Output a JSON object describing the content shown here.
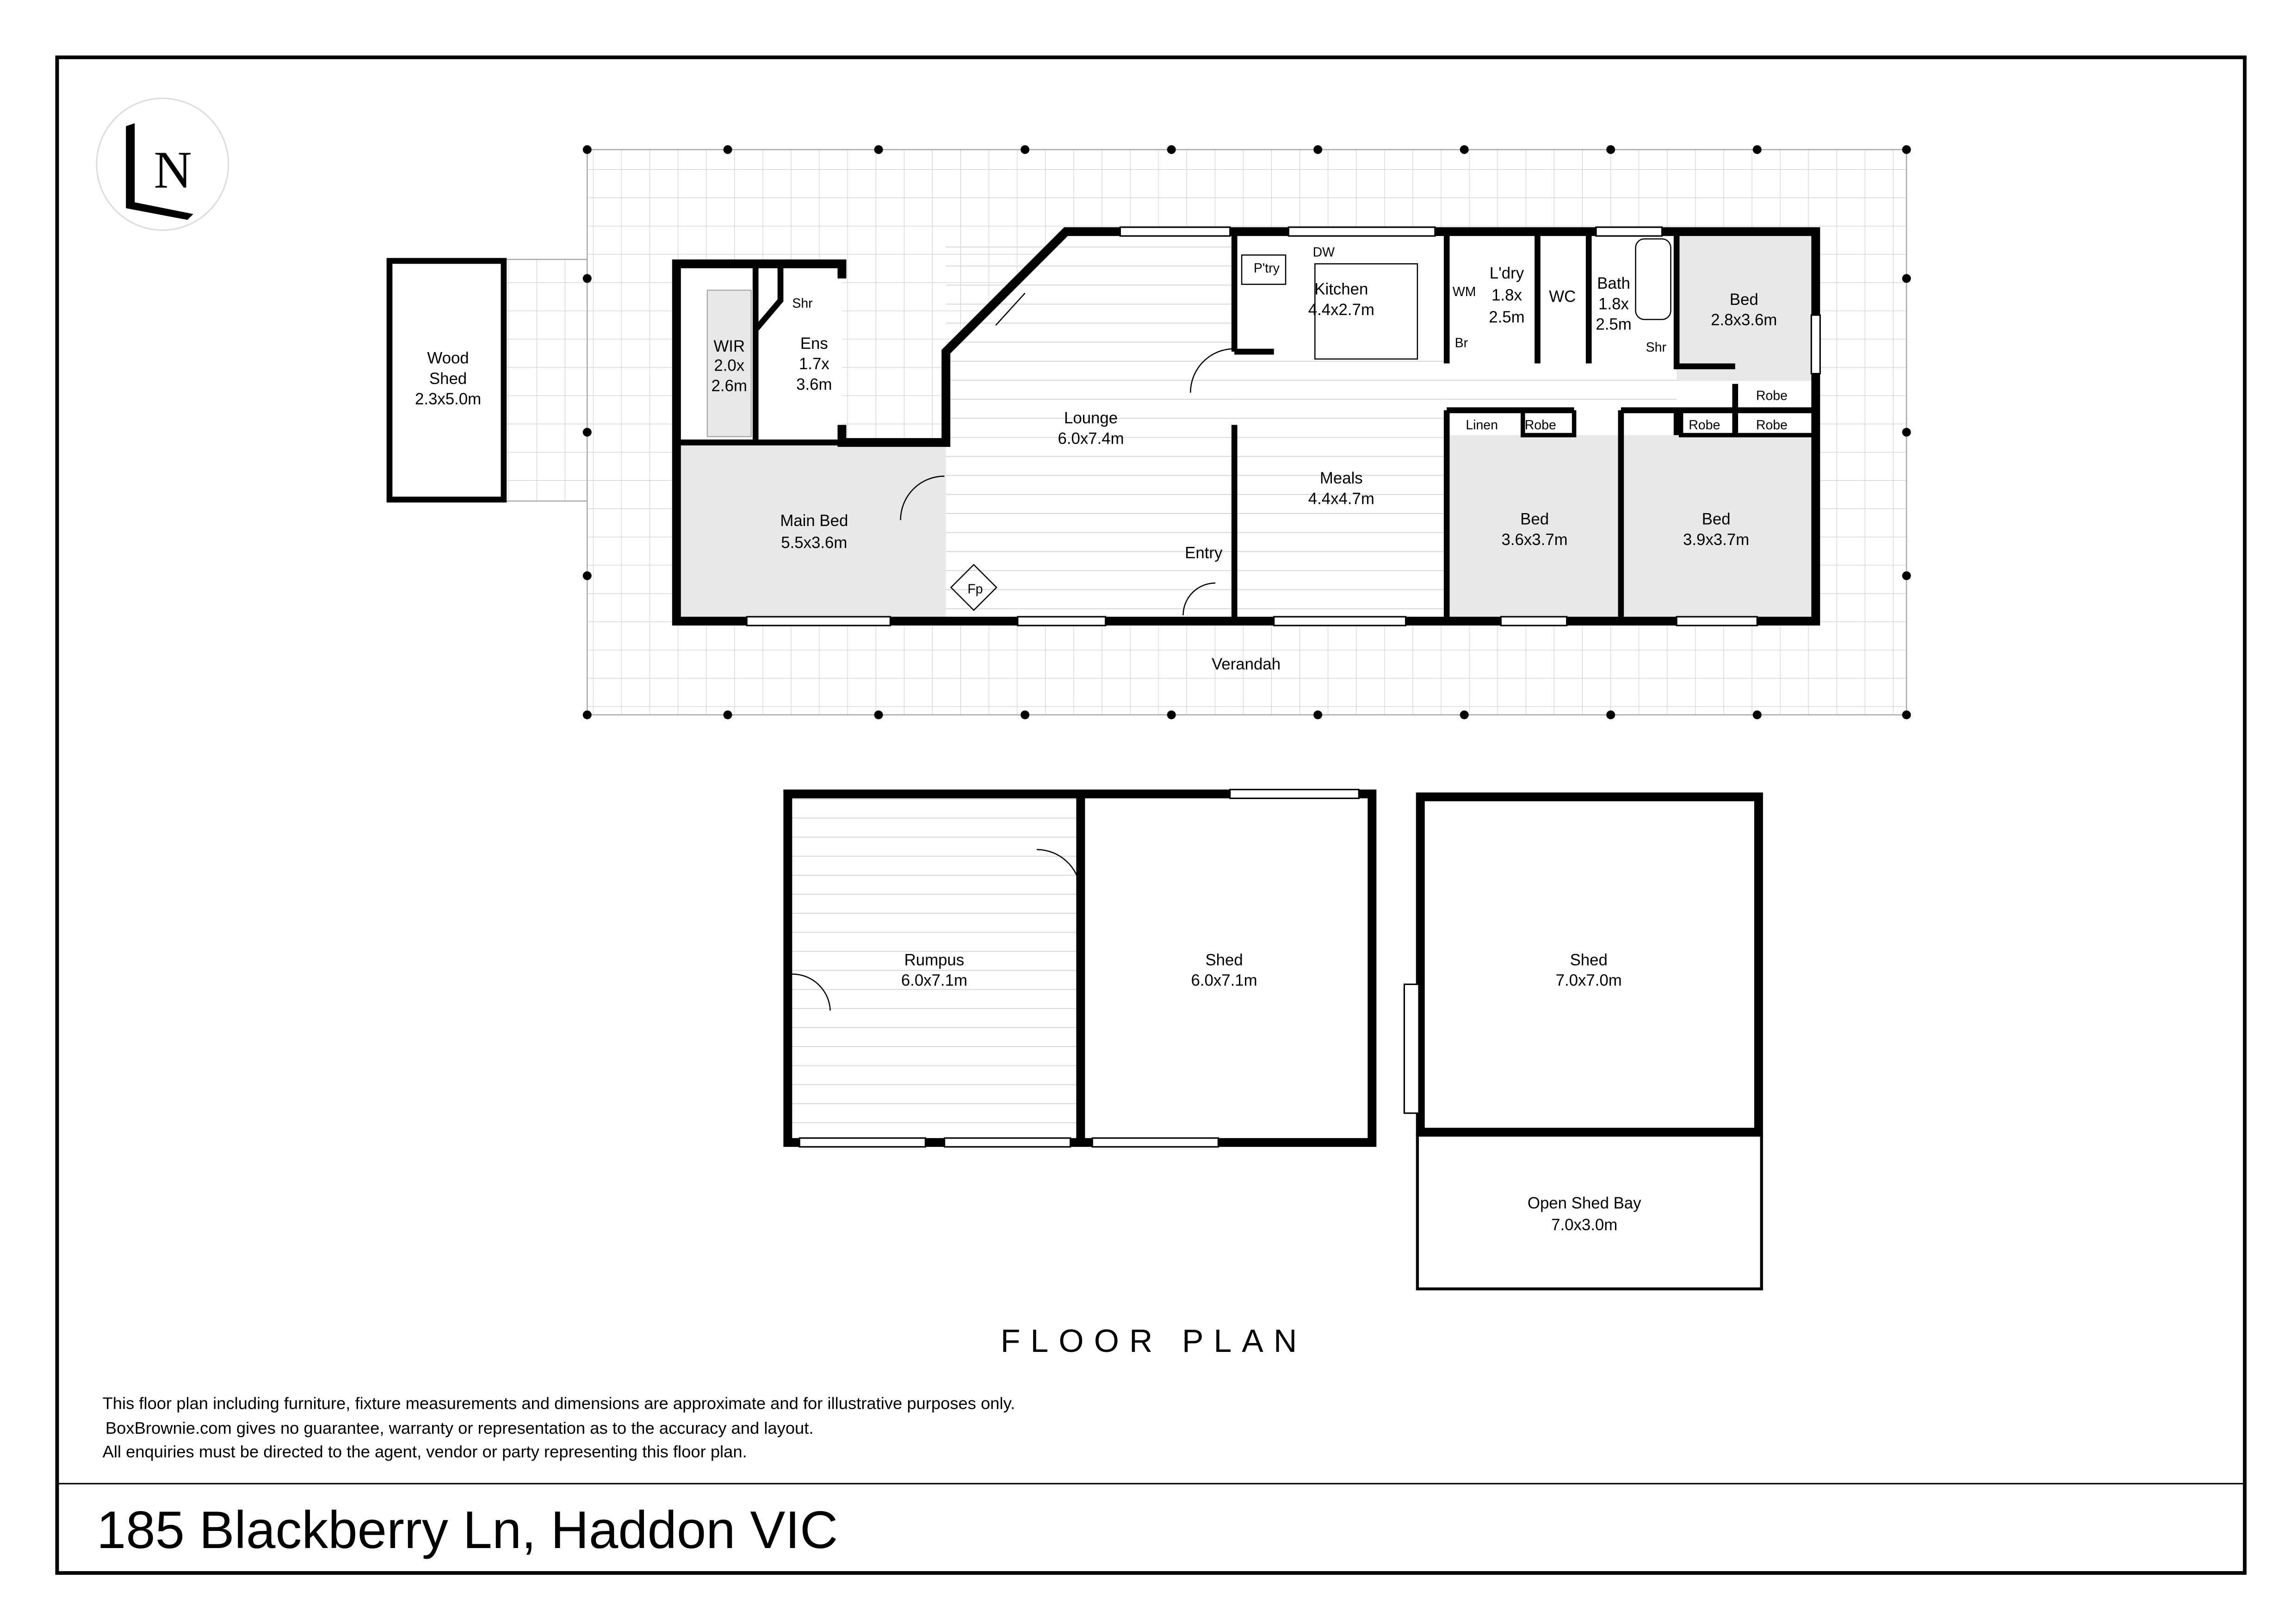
{
  "logo": {
    "text": "LN"
  },
  "title": "FLOOR PLAN",
  "address": "185 Blackberry Ln, Haddon VIC",
  "disclaimer": [
    "This floor plan including furniture, fixture measurements and dimensions are approximate and for illustrative purposes only.",
    "BoxBrownie.com gives no guarantee, warranty or representation as to the accuracy and layout.",
    "All enquiries must be directed to the agent, vendor or party representing this floor plan."
  ],
  "rooms": {
    "wood_shed": {
      "name": "Wood",
      "name2": "Shed",
      "size": "2.3x5.0m"
    },
    "wir": {
      "name": "WIR",
      "size1": "2.0x",
      "size2": "2.6m"
    },
    "ens": {
      "name": "Ens",
      "size1": "1.7x",
      "size2": "3.6m",
      "shower": "Shr"
    },
    "main_bed": {
      "name": "Main Bed",
      "size": "5.5x3.6m"
    },
    "lounge": {
      "name": "Lounge",
      "size": "6.0x7.4m",
      "fireplace": "Fp"
    },
    "entry": {
      "name": "Entry"
    },
    "kitchen": {
      "name": "Kitchen",
      "size": "4.4x2.7m",
      "pantry": "P'try",
      "dishwasher": "DW"
    },
    "meals": {
      "name": "Meals",
      "size": "4.4x4.7m"
    },
    "laundry": {
      "name": "L'dry",
      "size1": "1.8x",
      "size2": "2.5m",
      "washer": "WM",
      "broom": "Br"
    },
    "wc": {
      "name": "WC"
    },
    "bath": {
      "name": "Bath",
      "size1": "1.8x",
      "size2": "2.5m",
      "shower": "Shr"
    },
    "bed1": {
      "name": "Bed",
      "size": "2.8x3.6m"
    },
    "bed2": {
      "name": "Bed",
      "size": "3.6x3.7m"
    },
    "bed3": {
      "name": "Bed",
      "size": "3.9x3.7m"
    },
    "linen": "Linen",
    "robe": "Robe",
    "verandah": {
      "name": "Verandah"
    },
    "rumpus": {
      "name": "Rumpus",
      "size": "6.0x7.1m"
    },
    "shed1": {
      "name": "Shed",
      "size": "6.0x7.1m"
    },
    "shed2": {
      "name": "Shed",
      "size": "7.0x7.0m"
    },
    "open_bay": {
      "name": "Open Shed Bay",
      "size": "7.0x3.0m"
    }
  }
}
